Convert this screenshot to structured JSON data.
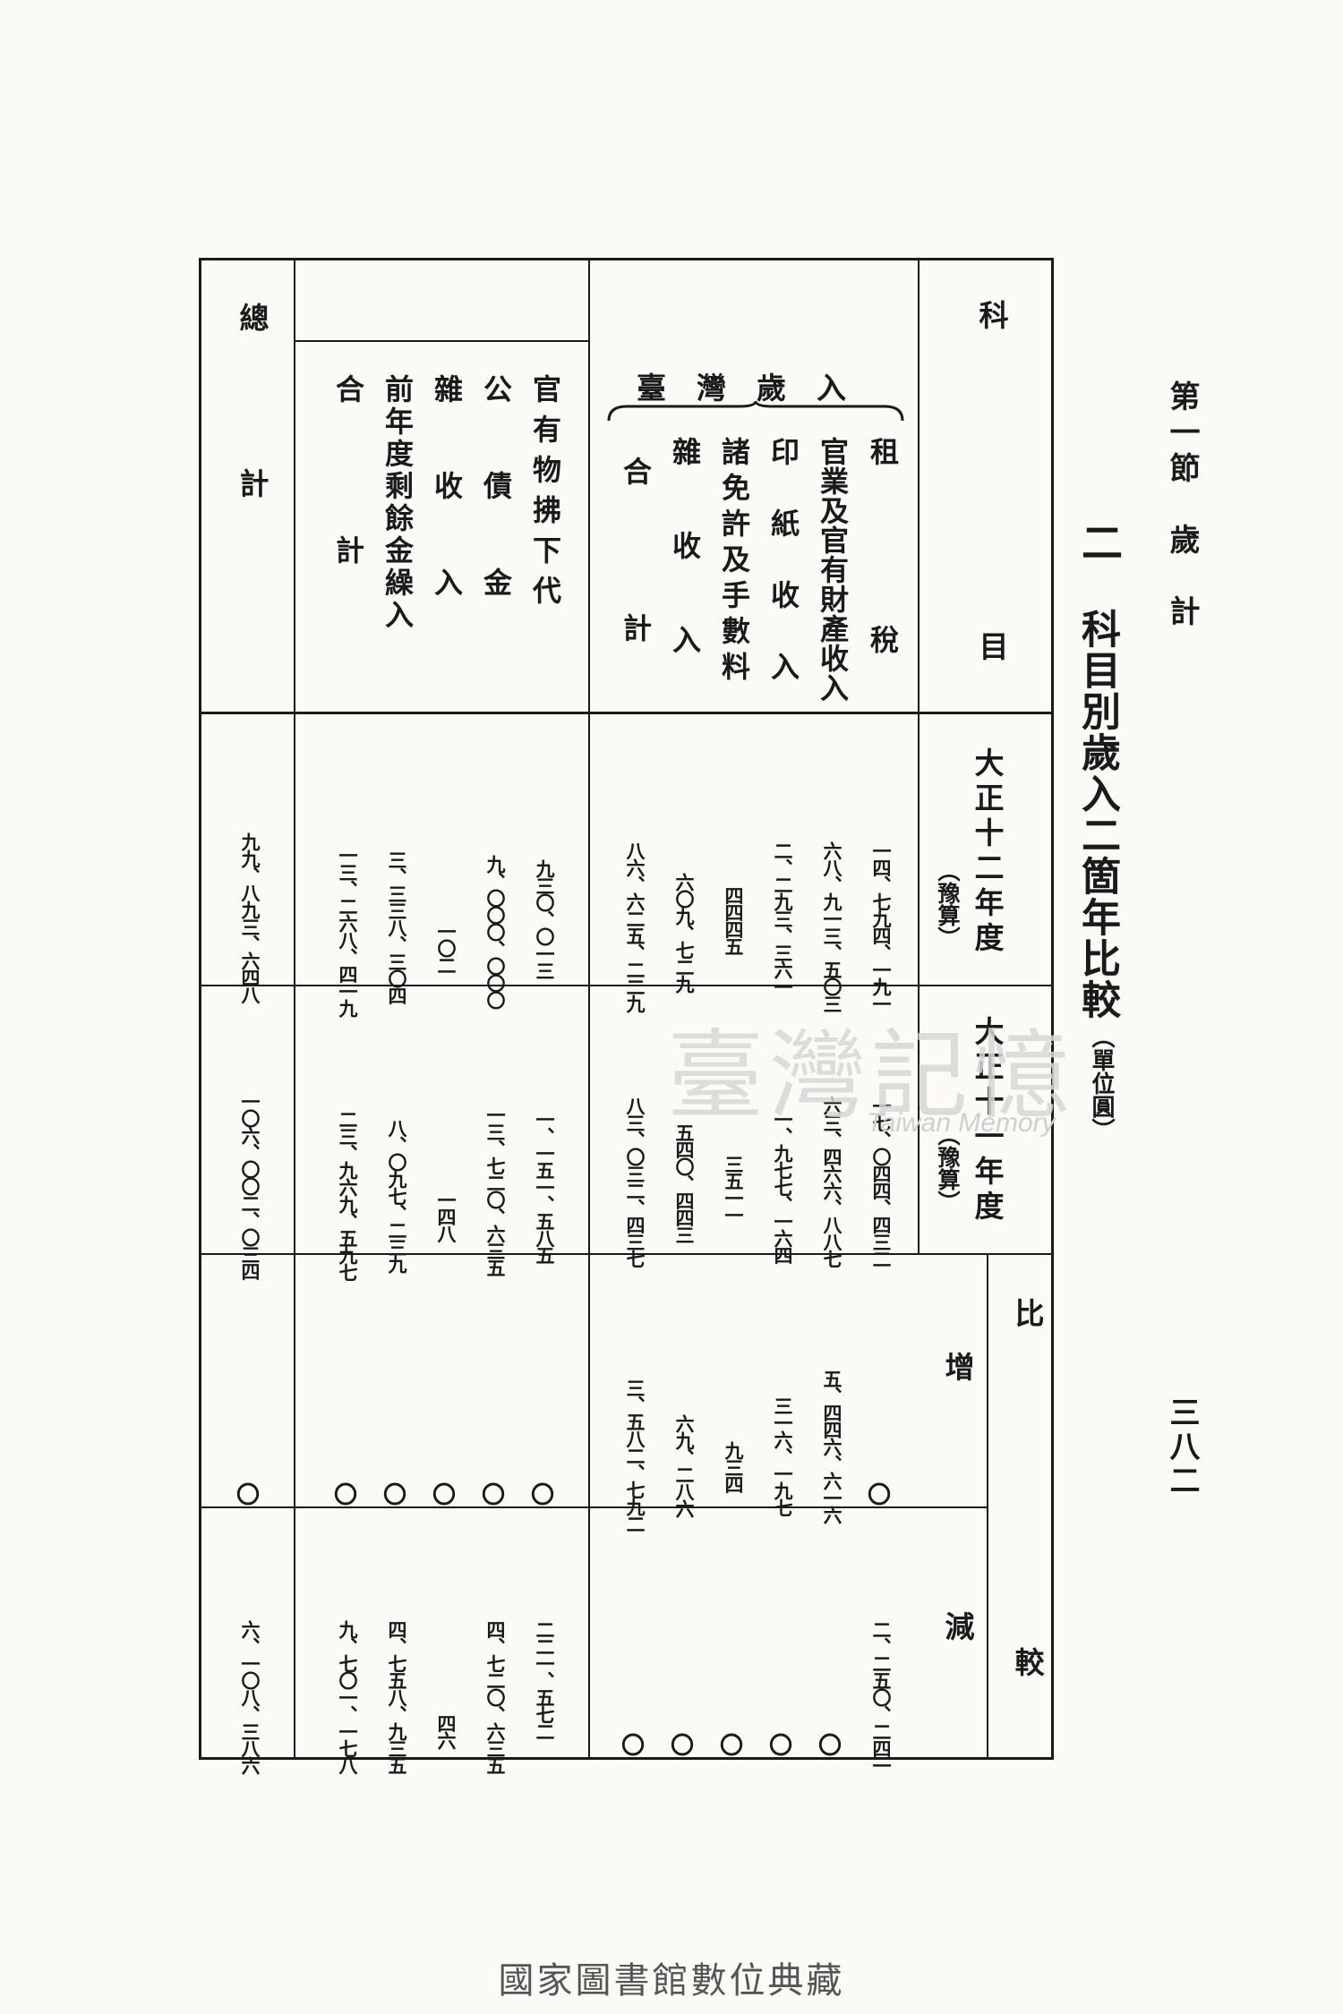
{
  "running_header": {
    "section": "第一節　歲　計",
    "page_number": "三八二"
  },
  "section": {
    "number": "二",
    "title": "科目別歲入二箇年比較",
    "unit": "（單位圓）"
  },
  "table": {
    "headers": {
      "subject_top": "科",
      "subject_bottom": "目",
      "year1": "大正十二年度",
      "year1_note": "（豫算）",
      "year2": "大正十一年度",
      "year2_note": "（豫算）",
      "compare_top": "比",
      "compare_bottom": "較",
      "increase": "增",
      "decrease": "減"
    },
    "group_label": "臺灣歲入",
    "group1": {
      "rows": [
        {
          "label": "租　　　　　稅",
          "y1": "一四、七九四、一九一",
          "y2": "一七、〇四四、四三二",
          "inc": "〇",
          "dec": "二、二五〇、二四一"
        },
        {
          "label": "官業及官有財產收入",
          "y1": "六八、九一三、五〇三",
          "y2": "六三、四六六、八八七",
          "inc": "五、四四六、六一六",
          "dec": "〇"
        },
        {
          "label": "印　紙　收　入",
          "y1": "二、二九三、三六一",
          "y2": "一、九七七、一六四",
          "inc": "三一六、一九七",
          "dec": "〇"
        },
        {
          "label": "諸免許及手數料",
          "y1": "四四四五",
          "y2": "三五一一",
          "inc": "九三四",
          "dec": "〇"
        },
        {
          "label": "雜　　收　　入",
          "y1": "六〇九、七二九",
          "y2": "五四〇、四四三",
          "inc": "六九、二八六",
          "dec": "〇"
        }
      ],
      "total": {
        "label": "合　　　　計",
        "y1": "八六、六二五、二二九",
        "y2": "八三、〇三二、四三七",
        "inc": "三、五八二、七九二",
        "dec": "〇"
      }
    },
    "group2": {
      "rows": [
        {
          "label": "官有物拂下代",
          "y1": "九三〇、〇一三",
          "y2": "一、一五一、五八五",
          "inc": "〇",
          "dec": "二二一、五七二"
        },
        {
          "label": "公　　債　　金",
          "y1": "九、〇〇〇、〇〇〇",
          "y2": "一三、七二〇、六三五",
          "inc": "〇",
          "dec": "四、七二〇、六三五"
        },
        {
          "label": "雜　　收　　入",
          "y1": "一〇二",
          "y2": "一四八",
          "inc": "〇",
          "dec": "四六"
        },
        {
          "label": "前年度剩餘金繰入",
          "y1": "三、三三八、三〇四",
          "y2": "八、〇九七、二三九",
          "inc": "〇",
          "dec": "四、七五八、九三五"
        }
      ],
      "total": {
        "label": "合　　　　計",
        "y1": "一三、二六八、四一九",
        "y2": "二三、九六九、五九七",
        "inc": "〇",
        "dec": "九、七〇一、一七八"
      }
    },
    "grand_total": {
      "label": "總　　　　計",
      "y1": "九九、八九三、六四八",
      "y2": "一〇六、〇〇二、〇三四",
      "inc": "〇",
      "dec": "六、一〇八、三八六"
    }
  },
  "watermark": {
    "main": "臺灣記憶",
    "sub": "Taiwan Memory"
  },
  "footer": "國家圖書館數位典藏"
}
